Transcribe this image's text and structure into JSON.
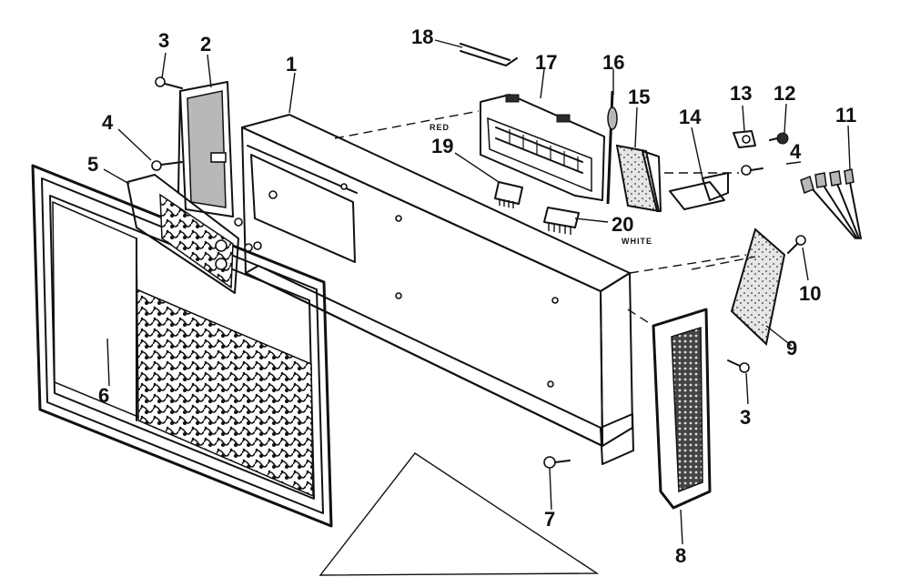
{
  "diagram": {
    "callouts": [
      {
        "id": "c1",
        "text": "1"
      },
      {
        "id": "c2",
        "text": "2"
      },
      {
        "id": "c3a",
        "text": "3"
      },
      {
        "id": "c3b",
        "text": "3"
      },
      {
        "id": "c4a",
        "text": "4"
      },
      {
        "id": "c4b",
        "text": "4"
      },
      {
        "id": "c5",
        "text": "5"
      },
      {
        "id": "c6",
        "text": "6"
      },
      {
        "id": "c7",
        "text": "7"
      },
      {
        "id": "c8",
        "text": "8"
      },
      {
        "id": "c9",
        "text": "9"
      },
      {
        "id": "c10",
        "text": "10"
      },
      {
        "id": "c11",
        "text": "11"
      },
      {
        "id": "c12",
        "text": "12"
      },
      {
        "id": "c13",
        "text": "13"
      },
      {
        "id": "c14",
        "text": "14"
      },
      {
        "id": "c15",
        "text": "15"
      },
      {
        "id": "c16",
        "text": "16"
      },
      {
        "id": "c17",
        "text": "17"
      },
      {
        "id": "c18",
        "text": "18"
      },
      {
        "id": "c19",
        "text": "19"
      },
      {
        "id": "c20",
        "text": "20"
      }
    ],
    "wire_labels": {
      "red": "RED",
      "white": "WHITE"
    }
  }
}
